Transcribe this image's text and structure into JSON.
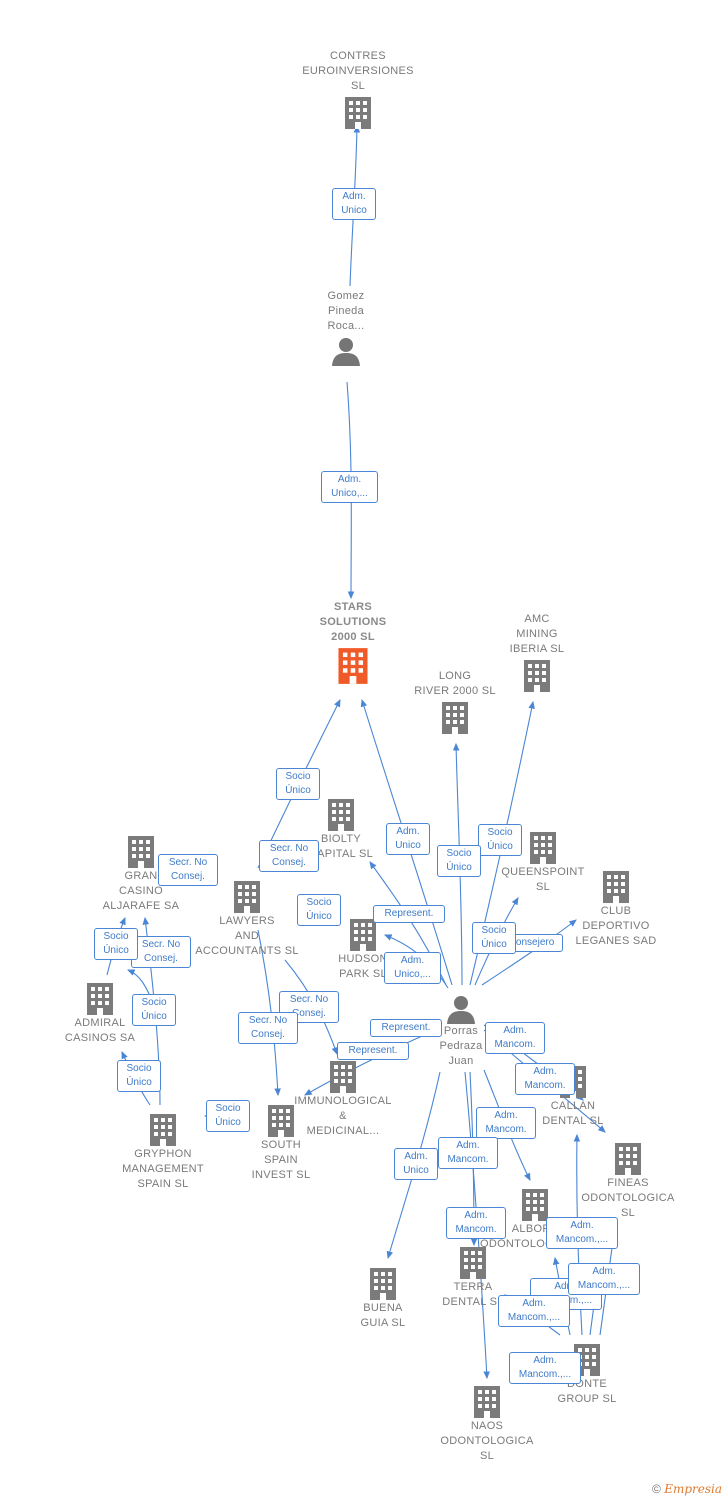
{
  "nodes": {
    "contres": {
      "label": "CONTRES\nEUROINVERSIONES SL"
    },
    "gomez": {
      "label": "Gomez\nPineda\nRoca..."
    },
    "stars": {
      "label": "STARS\nSOLUTIONS\n2000  SL"
    },
    "amc": {
      "label": "AMC\nMINING\nIBERIA  SL"
    },
    "longriver": {
      "label": "LONG\nRIVER 2000  SL"
    },
    "biolty": {
      "label": "BIOLTY\nCAPITAL SL"
    },
    "queenspoint": {
      "label": "QUEENSPOINT\nSL"
    },
    "club": {
      "label": "CLUB\nDEPORTIVO\nLEGANES SAD"
    },
    "gran": {
      "label": "GRAN\nCASINO\nALJARAFE SA"
    },
    "lawyers": {
      "label": "LAWYERS\nAND\nACCOUNTANTS SL"
    },
    "hudson": {
      "label": "HUDSON\nPARK SL"
    },
    "admiral": {
      "label": "ADMIRAL\nCASINOS SA"
    },
    "porras": {
      "label": "Porras\nPedraza\nJuan"
    },
    "immuno": {
      "label": "IMMUNOLOGICAL\n&\nMEDICINAL..."
    },
    "callan": {
      "label": "CALLAN\nDENTAL SL"
    },
    "gryphon": {
      "label": "GRYPHON\nMANAGEMENT\nSPAIN  SL"
    },
    "south": {
      "label": "SOUTH\nSPAIN\nINVEST SL"
    },
    "fineas": {
      "label": "FINEAS\nODONTOLOGICA\nSL"
    },
    "albora": {
      "label": "ALBORA\nODONTOLOGICA SL"
    },
    "terra": {
      "label": "TERRA\nDENTAL SL"
    },
    "buena": {
      "label": "BUENA\nGUIA  SL"
    },
    "donte": {
      "label": "DONTE\nGROUP  SL"
    },
    "naos": {
      "label": "NAOS\nODONTOLOGICA\nSL"
    }
  },
  "relations": [
    "Adm.\nUnico",
    "Adm.\nUnico,...",
    "Socio\nÚnico",
    "Secr.  No\nConsej.",
    "Adm.\nUnico",
    "Socio\nÚnico",
    "Socio\nÚnico",
    "Secr.  No\nConsej.",
    "Socio\nÚnico",
    "Secr.  No\nConsej.",
    "Represent.",
    "Socio\nÚnico",
    "Consejero",
    "Adm.\nUnico,...",
    "Socio\nÚnico",
    "Secr.  No\nConsej.",
    "Represent.",
    "Represent.",
    "Adm.\nMancom.",
    "Secr.  No\nConsej.",
    "Socio\nÚnico",
    "Adm.\nMancom.",
    "Socio\nÚnico",
    "Adm.\nMancom.",
    "Adm.\nMancom.",
    "Adm.\nUnico",
    "Adm.\nMancom.",
    "Adm.\nMancom.,...",
    "Adm.\nMancom.,...",
    "Adm.\nMancom.,...",
    "Adm.\nMancom.,...",
    "Adm.\nMancom.,..."
  ],
  "colors": {
    "edge": "#4a86d4",
    "company_icon": "#7b7b7b",
    "focus_icon": "#f05a28",
    "person_icon": "#757575"
  },
  "icons": {
    "company": "building-icon",
    "focus": "building-icon",
    "person": "person-icon"
  },
  "watermark": {
    "symbol": "©",
    "brand": "Empresia"
  }
}
